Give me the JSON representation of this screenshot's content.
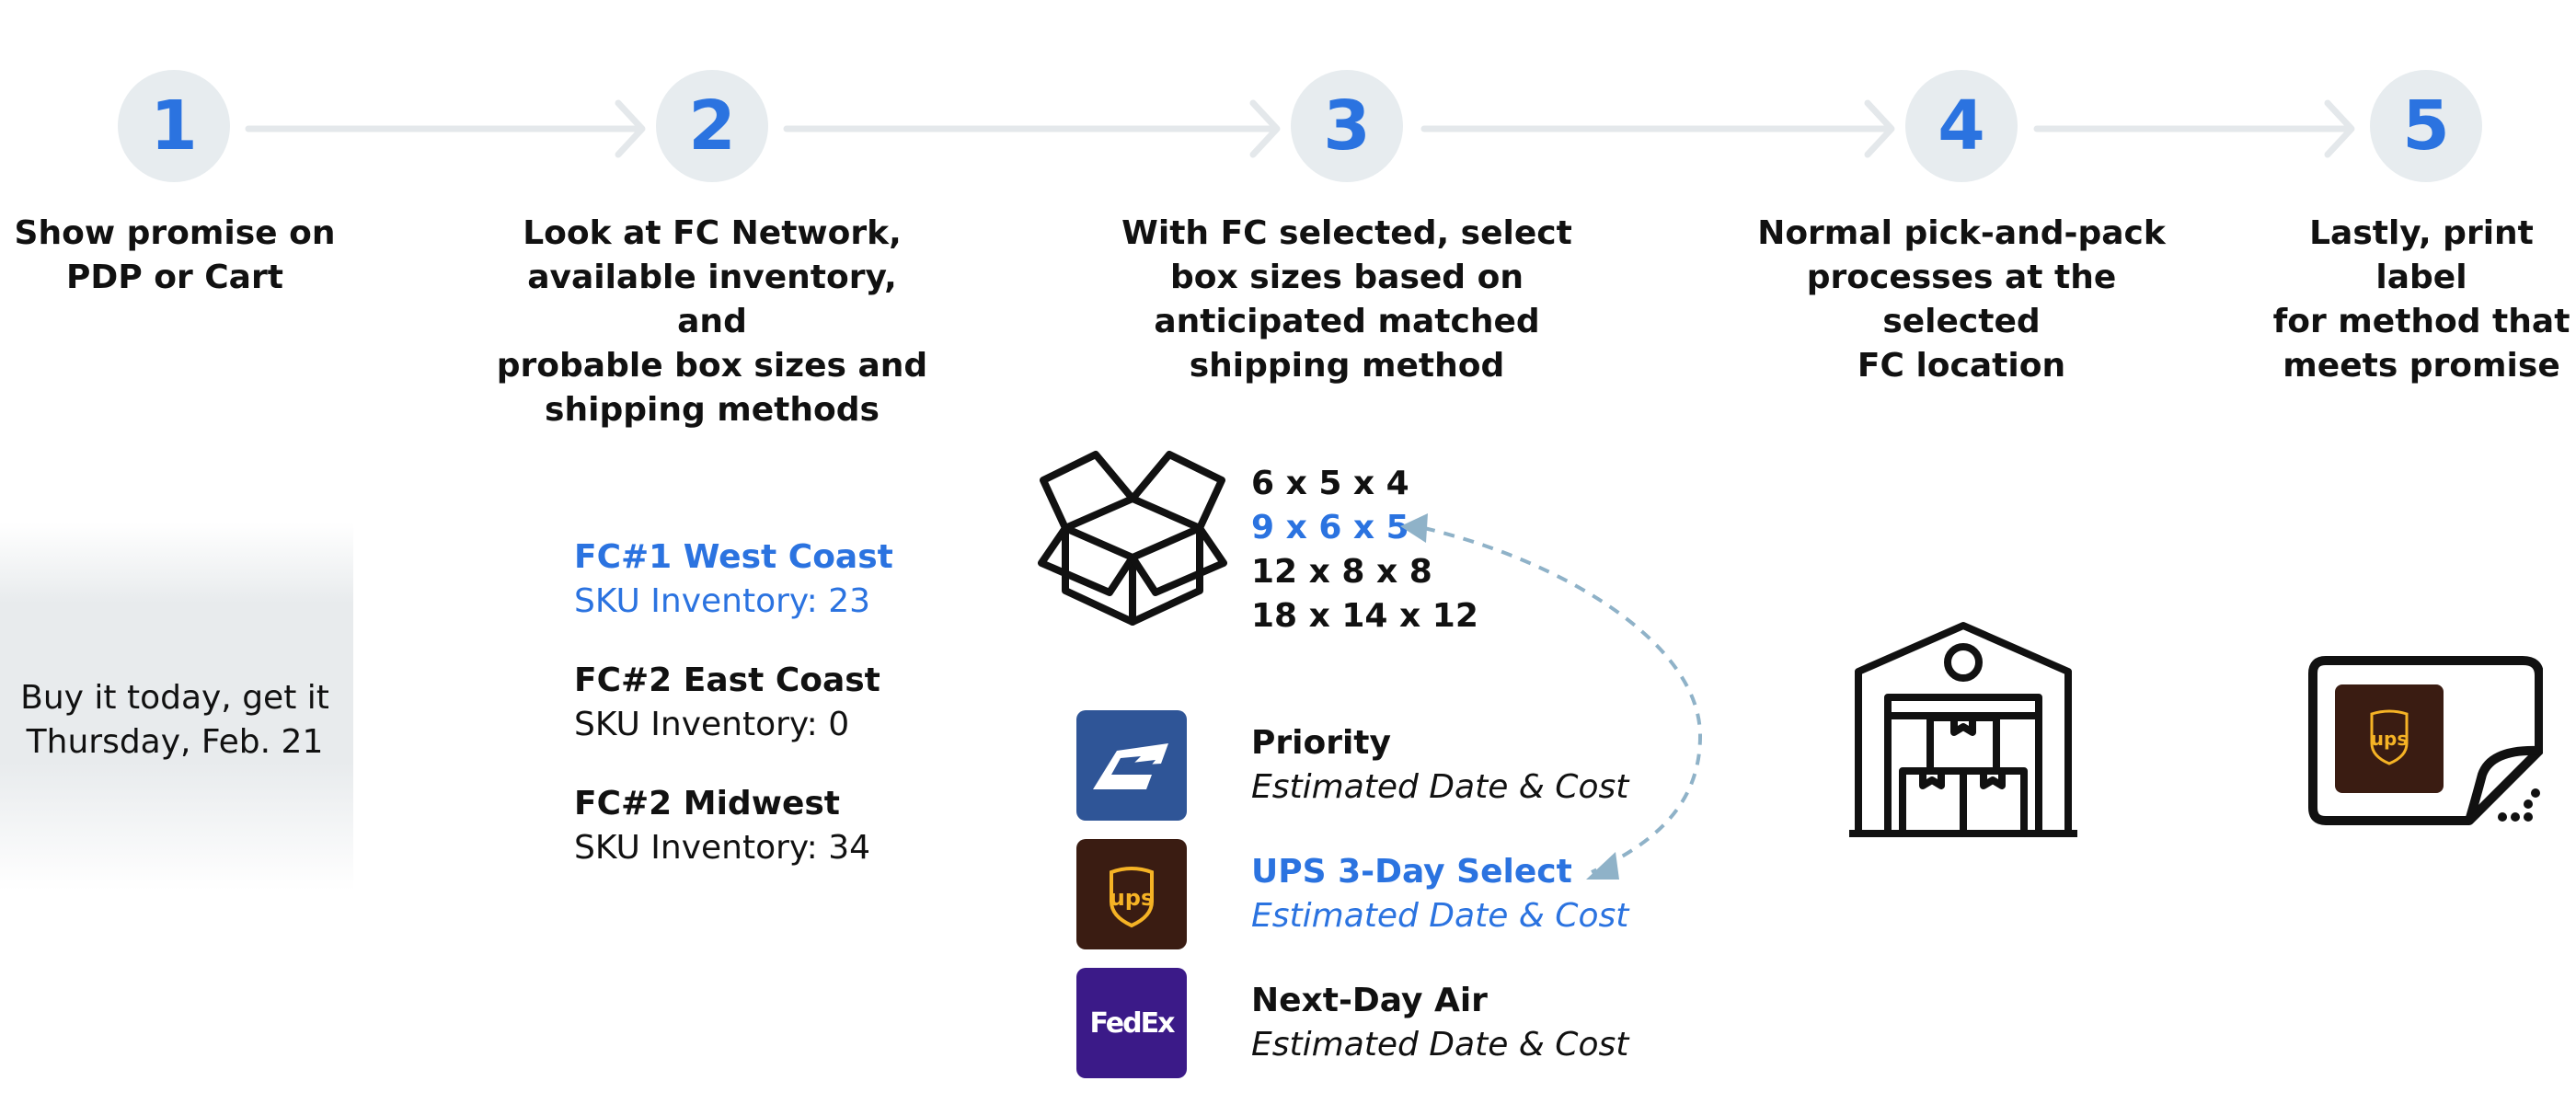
{
  "steps": [
    {
      "number": "1",
      "text": [
        "Show promise on",
        "PDP or Cart"
      ]
    },
    {
      "number": "2",
      "text": [
        "Look at FC Network,",
        "available inventory, and",
        "probable box sizes and",
        "shipping methods"
      ]
    },
    {
      "number": "3",
      "text": [
        "With FC selected, select",
        "box sizes based on",
        "anticipated matched",
        "shipping method"
      ]
    },
    {
      "number": "4",
      "text": [
        "Normal pick-and-pack",
        "processes at the selected",
        "FC location"
      ]
    },
    {
      "number": "5",
      "text": [
        "Lastly, print label",
        "for method that",
        "meets promise"
      ]
    }
  ],
  "promise": {
    "line1": "Buy it today, get it",
    "line2": "Thursday, Feb. 21"
  },
  "fulfillment_centers": [
    {
      "name": "FC#1 West Coast",
      "inventory": "SKU Inventory: 23",
      "selected": true
    },
    {
      "name": "FC#2 East Coast",
      "inventory": "SKU Inventory: 0",
      "selected": false
    },
    {
      "name": "FC#2 Midwest",
      "inventory": "SKU Inventory: 34",
      "selected": false
    }
  ],
  "box_sizes": [
    {
      "label": "6 x 5 x 4",
      "selected": false
    },
    {
      "label": "9 x 6 x 5",
      "selected": true
    },
    {
      "label": "12 x 8 x 8",
      "selected": false
    },
    {
      "label": "18 x 14 x 12",
      "selected": false
    }
  ],
  "carriers": [
    {
      "logo": "usps-eagle-icon",
      "method": "Priority",
      "detail": "Estimated Date & Cost",
      "selected": false,
      "color": "#2f5597"
    },
    {
      "logo": "ups-shield-icon",
      "method": "UPS 3-Day Select",
      "detail": "Estimated Date & Cost",
      "selected": true,
      "color": "#3a1c12"
    },
    {
      "logo": "fedex-wordmark",
      "method": "Next-Day Air",
      "detail": "Estimated Date & Cost",
      "selected": false,
      "color": "#3b1a88",
      "wordmark": "FedEx"
    }
  ],
  "ups_label_text": "ups",
  "colors": {
    "accent": "#2b73e0",
    "circle": "#e7ecef",
    "connector": "#e4e8eb",
    "dashed": "#8fb2c8"
  }
}
